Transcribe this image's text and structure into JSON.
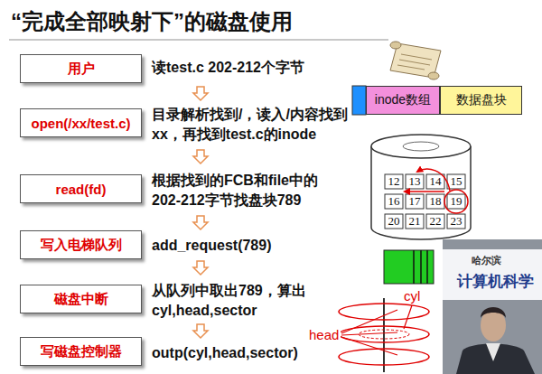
{
  "diagram": {
    "title": "“完成全部映射下”的磁盘使用",
    "nodes": [
      {
        "text": [
          "用户"
        ]
      },
      {
        "text": [
          "open(/xx/test.c)"
        ]
      },
      {
        "text": [
          "read(fd)"
        ]
      },
      {
        "text": [
          "写入电梯队列"
        ]
      },
      {
        "text": [
          "磁盘中断"
        ]
      },
      {
        "text": [
          "写磁盘控制器"
        ]
      },
      {
        "text": [
          "inode数组"
        ]
      },
      {
        "text": [
          "数据盘块"
        ]
      }
    ],
    "labels": [
      "读test.c 202-212个字节",
      "目录解析找到/，读入/内容找到xx，再找到test.c的inode",
      "根据找到的FCB和file中的 202-212字节找盘块789",
      "add_request(789)",
      "从队列中取出789，算出 cyl,head,sector",
      "outp(cyl,head,sector)",
      "12",
      "13",
      "14",
      "15",
      "16",
      "17",
      "18",
      "19",
      "20",
      "21",
      "22",
      "23",
      "cyl",
      "head",
      "哈尔滨",
      "计算机科学"
    ]
  }
}
